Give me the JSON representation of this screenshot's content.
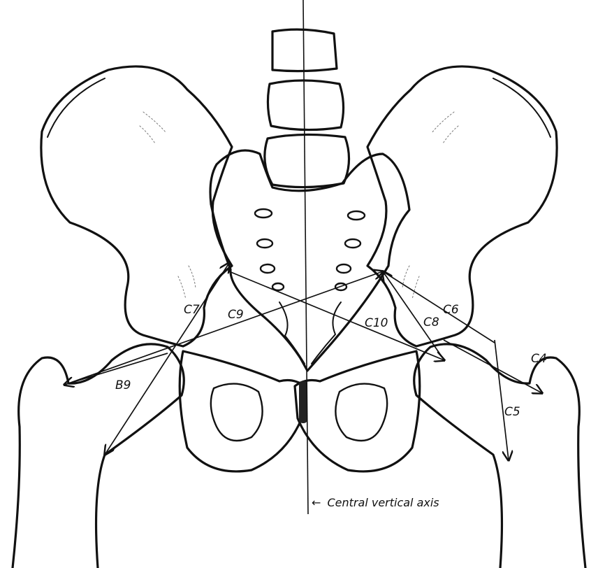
{
  "annotations": {
    "central_axis": "Central vertical axis",
    "axis_arrow": "←"
  },
  "vectors": [
    {
      "id": "B9",
      "label": "B9"
    },
    {
      "id": "C4",
      "label": "C4"
    },
    {
      "id": "C5",
      "label": "C5"
    },
    {
      "id": "C6",
      "label": "C6"
    },
    {
      "id": "C7",
      "label": "C7"
    },
    {
      "id": "C8",
      "label": "C8"
    },
    {
      "id": "C9",
      "label": "C9"
    },
    {
      "id": "C10",
      "label": "C10"
    }
  ]
}
